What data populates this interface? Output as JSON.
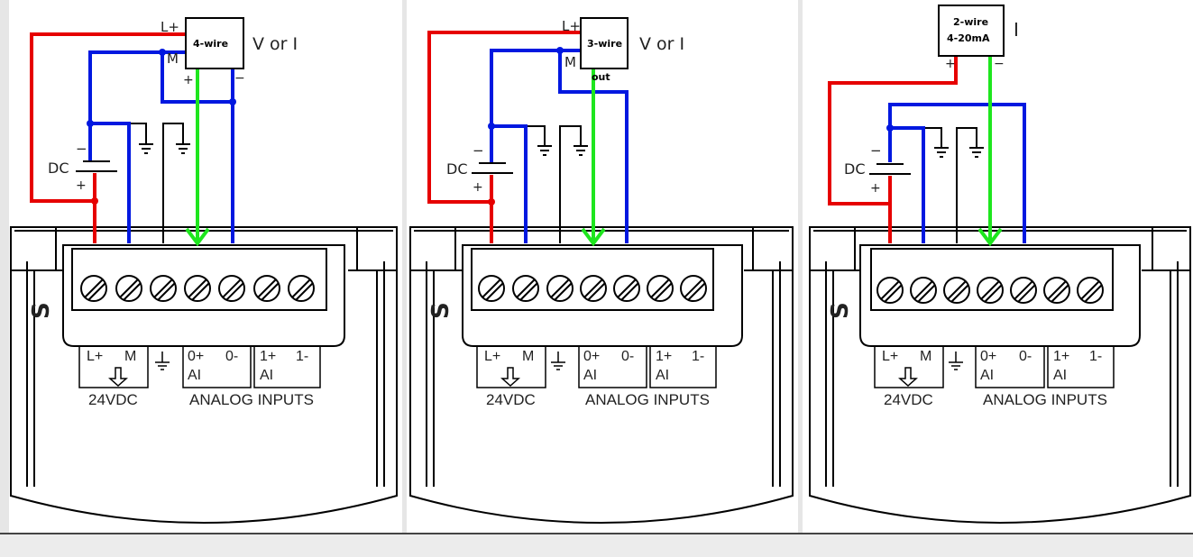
{
  "colors": {
    "red_wire": "#e60000",
    "blue_wire": "#0018e0",
    "green_wire": "#1ee61e",
    "outline": "#000000"
  },
  "panels": [
    {
      "name": "4-wire",
      "device_label": "4-wire",
      "device_label2": "",
      "signal_label": "V or I",
      "device_terms": {
        "lp": "L+",
        "m": "M",
        "plus": "+",
        "minus": "−",
        "out": ""
      },
      "dc_label": "DC",
      "dc_minus": "−",
      "dc_plus": "+",
      "terminals": {
        "lp": "L+",
        "m": "M",
        "ground": "⏚",
        "ai0p": "0+",
        "ai0m": "0-",
        "ai0": "AI",
        "ai1p": "1+",
        "ai1m": "1-",
        "ai1": "AI",
        "supply": "24VDC",
        "analog": "ANALOG INPUTS",
        "logo": "S"
      }
    },
    {
      "name": "3-wire",
      "device_label": "3-wire",
      "device_label2": "",
      "signal_label": "V or I",
      "device_terms": {
        "lp": "L+",
        "m": "M",
        "plus": "",
        "minus": "",
        "out": "out"
      },
      "dc_label": "DC",
      "dc_minus": "−",
      "dc_plus": "+",
      "terminals": {
        "lp": "L+",
        "m": "M",
        "ground": "⏚",
        "ai0p": "0+",
        "ai0m": "0-",
        "ai0": "AI",
        "ai1p": "1+",
        "ai1m": "1-",
        "ai1": "AI",
        "supply": "24VDC",
        "analog": "ANALOG INPUTS",
        "logo": "S"
      }
    },
    {
      "name": "2-wire",
      "device_label": "2-wire",
      "device_label2": "4-20mA",
      "signal_label": "I",
      "device_terms": {
        "lp": "",
        "m": "",
        "plus": "+",
        "minus": "−",
        "out": ""
      },
      "dc_label": "DC",
      "dc_minus": "−",
      "dc_plus": "+",
      "terminals": {
        "lp": "L+",
        "m": "M",
        "ground": "⏚",
        "ai0p": "0+",
        "ai0m": "0-",
        "ai0": "AI",
        "ai1p": "1+",
        "ai1m": "1-",
        "ai1": "AI",
        "supply": "24VDC",
        "analog": "ANALOG INPUTS",
        "logo": "S"
      }
    }
  ]
}
